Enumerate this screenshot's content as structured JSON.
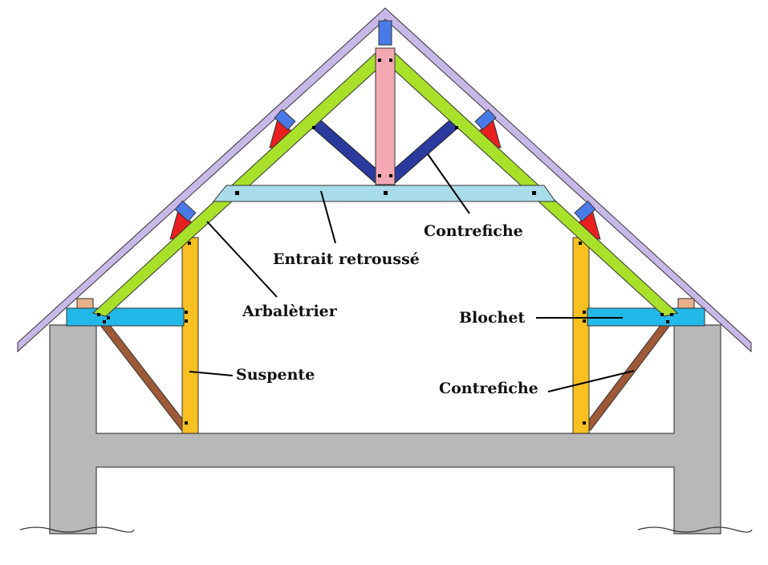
{
  "labels": {
    "contrefiche_top": "Contrefiche",
    "entrait": "Entrait retroussé",
    "arbaletrier": "Arbalètrier",
    "blochet": "Blochet",
    "suspente": "Suspente",
    "contrefiche_bottom": "Contrefiche"
  },
  "colors": {
    "roof": "#c8b8e8",
    "arbaletrier": "#a8e02a",
    "poincon": "#f4a8b4",
    "contrefiche_top": "#2a3a9e",
    "entrait": "#a8dce8",
    "blochet": "#22b8e8",
    "suspente": "#f8c020",
    "contrefiche_bottom": "#9e5a36",
    "wall": "#b8b8b8",
    "echantignole": "#e82020",
    "cleat": "#4a7ae8",
    "sabliere": "#e8b088"
  }
}
